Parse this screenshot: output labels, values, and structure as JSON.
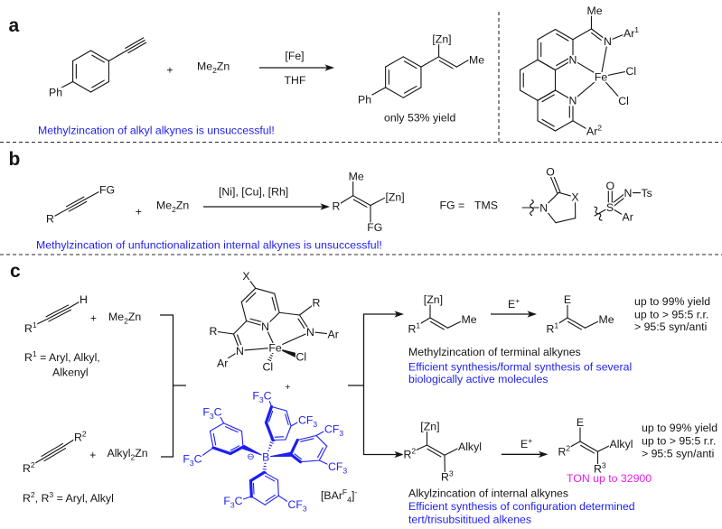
{
  "figure": {
    "colors": {
      "ink": "#141414",
      "emphasis_blue": "#1e1ef0",
      "emphasis_magenta": "#e61ee6",
      "separator": "#2a2a2a"
    }
  },
  "panel_a": {
    "label": "a",
    "substrate": {
      "aryl_substituent": "Ph"
    },
    "plus": "+",
    "reagent": "Me_{2}Zn",
    "conditions": {
      "catalyst": "[Fe]",
      "solvent": "THF"
    },
    "product": {
      "metal": "[Zn]",
      "methyl": "Me",
      "aryl_substituent": "Ph",
      "yield_note": "only 53% yield"
    },
    "remark": "Methylzincation of alkyl alkynes is unsuccessful!",
    "iron_catalyst": {
      "imine_methyl": "Me",
      "imine_nitrogen": "N",
      "aryl_1": "Ar^{1}",
      "phen_nitrogen_upper": "N",
      "phen_nitrogen_lower": "N",
      "metal": "Fe",
      "chloride_upper": "Cl",
      "chloride_lower": "Cl",
      "aryl_2": "Ar^{2}"
    }
  },
  "panel_b": {
    "label": "b",
    "substrate": {
      "r_group": "R",
      "functional_group": "FG"
    },
    "plus": "+",
    "reagent": "Me_{2}Zn",
    "conditions": {
      "catalysts": "[Ni], [Cu], [Rh]"
    },
    "product": {
      "methyl": "Me",
      "r_group": "R",
      "metal": "[Zn]",
      "functional_group": "FG"
    },
    "fg_definition": {
      "lead": "FG =",
      "silyl": "TMS",
      "oxazolidinone": {
        "carbonyl_oxygen": "O",
        "nitrogen": "N",
        "ring_atom": "X"
      },
      "sulfoximine": {
        "oxygen": "O",
        "sulfur": "S",
        "nitrogen": "N",
        "tosyl": "Ts",
        "aryl": "Ar"
      }
    },
    "remark": "Methylzincation of unfunctionalization internal alkynes is unsuccessful!"
  },
  "panel_c": {
    "label": "c",
    "terminal_alkyne": {
      "r_group": "R^{1}",
      "hydrogen": "H",
      "plus": "+",
      "reagent": "Me_{2}Zn",
      "scope_line_1": "R^{1} = Aryl, Alkyl,",
      "scope_line_2": "Alkenyl"
    },
    "internal_alkyne": {
      "r_group_upper": "R^{2}",
      "r_group_lower": "R^{2}",
      "plus": "+",
      "reagent": "Alkyl_{2}Zn",
      "scope": "R^{2}, R^{3} = Aryl, Alkyl"
    },
    "iron_cation": {
      "para_substituent": "X",
      "imine_r_left": "R",
      "imine_r_right": "R",
      "pyridine_nitrogen": "N",
      "imine_nitrogen_left": "N",
      "imine_nitrogen_right": "N",
      "aryl_left": "Ar",
      "aryl_right": "Ar",
      "metal": "Fe",
      "chloride_wedge": "Cl",
      "chloride_hash": "Cl",
      "charge": "+"
    },
    "borate_anion": {
      "boron": "B",
      "charge_symbol": "⊖",
      "cf3_groups": [
        "F_{3}C",
        "F_{3}C",
        "F_{3}C",
        "CF_{3}",
        "CF_{3}",
        "CF_{3}",
        "F_{3}C",
        "CF_{3}"
      ],
      "name": "[BAr^{F}_{4}]^{-}"
    },
    "methylzincation": {
      "intermediate": {
        "metal": "[Zn]",
        "r_group": "R^{1}",
        "methyl": "Me"
      },
      "electrophile": "E^{+}",
      "product": {
        "electrophile": "E",
        "r_group": "R^{1}",
        "methyl": "Me"
      },
      "results": [
        "up to 99% yield",
        "up to > 95:5 r.r.",
        "> 95:5 syn/anti"
      ],
      "title": "Methylzincation of terminal alkynes",
      "highlight": [
        "Efficient synthesis/formal synthesis of several",
        "biologically active molecules"
      ]
    },
    "alkylzincation": {
      "intermediate": {
        "metal": "[Zn]",
        "r_group_2": "R^{2}",
        "alkyl": "Alkyl",
        "r_group_3": "R^{3}"
      },
      "electrophile": "E^{+}",
      "product": {
        "electrophile": "E",
        "r_group_2": "R^{2}",
        "alkyl": "Alkyl",
        "r_group_3": "R^{3}"
      },
      "ton": "TON up to 32900",
      "results": [
        "up to 99% yield",
        "up to > 95:5 r.r.",
        "> 95:5 syn/anti"
      ],
      "title": "Alkylzincation of internal alkynes",
      "highlight": [
        "Efficient synthesis of configuration determined",
        "tert/trisubsititued alkenes"
      ]
    }
  }
}
